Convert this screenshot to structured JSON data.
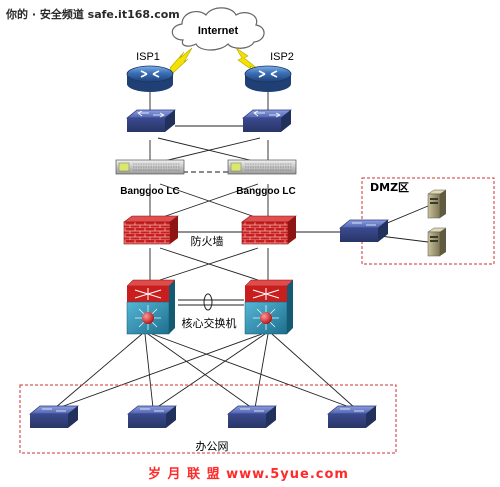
{
  "watermark": {
    "top": "你的 · 安全频道  safe.it168.com",
    "bottom": "岁 月 联 盟  www.5yue.com"
  },
  "cloud_label": "Internet",
  "routers": [
    {
      "label": "ISP1"
    },
    {
      "label": "ISP2"
    }
  ],
  "load_balancers": [
    {
      "label": "Banggoo LC"
    },
    {
      "label": "Banggoo LC"
    }
  ],
  "firewall_label": "防火墙",
  "core_label": "核心交换机",
  "dmz_label": "DMZ区",
  "office_label": "办公网",
  "colors": {
    "router_fill": "#3a6fb5",
    "switch_fill": "#4e61ae",
    "firewall_fill": "#c81e1e",
    "core_fill": "#2b8bb0",
    "dashed_region": "#d03030",
    "lightning": "#f3e200"
  },
  "icons": {
    "cloud": "cloud-icon",
    "router": "router-icon",
    "switch": "switch-icon",
    "load_balancer": "load-balancer-icon",
    "firewall": "firewall-icon",
    "core_switch": "core-switch-icon",
    "server": "server-icon"
  }
}
